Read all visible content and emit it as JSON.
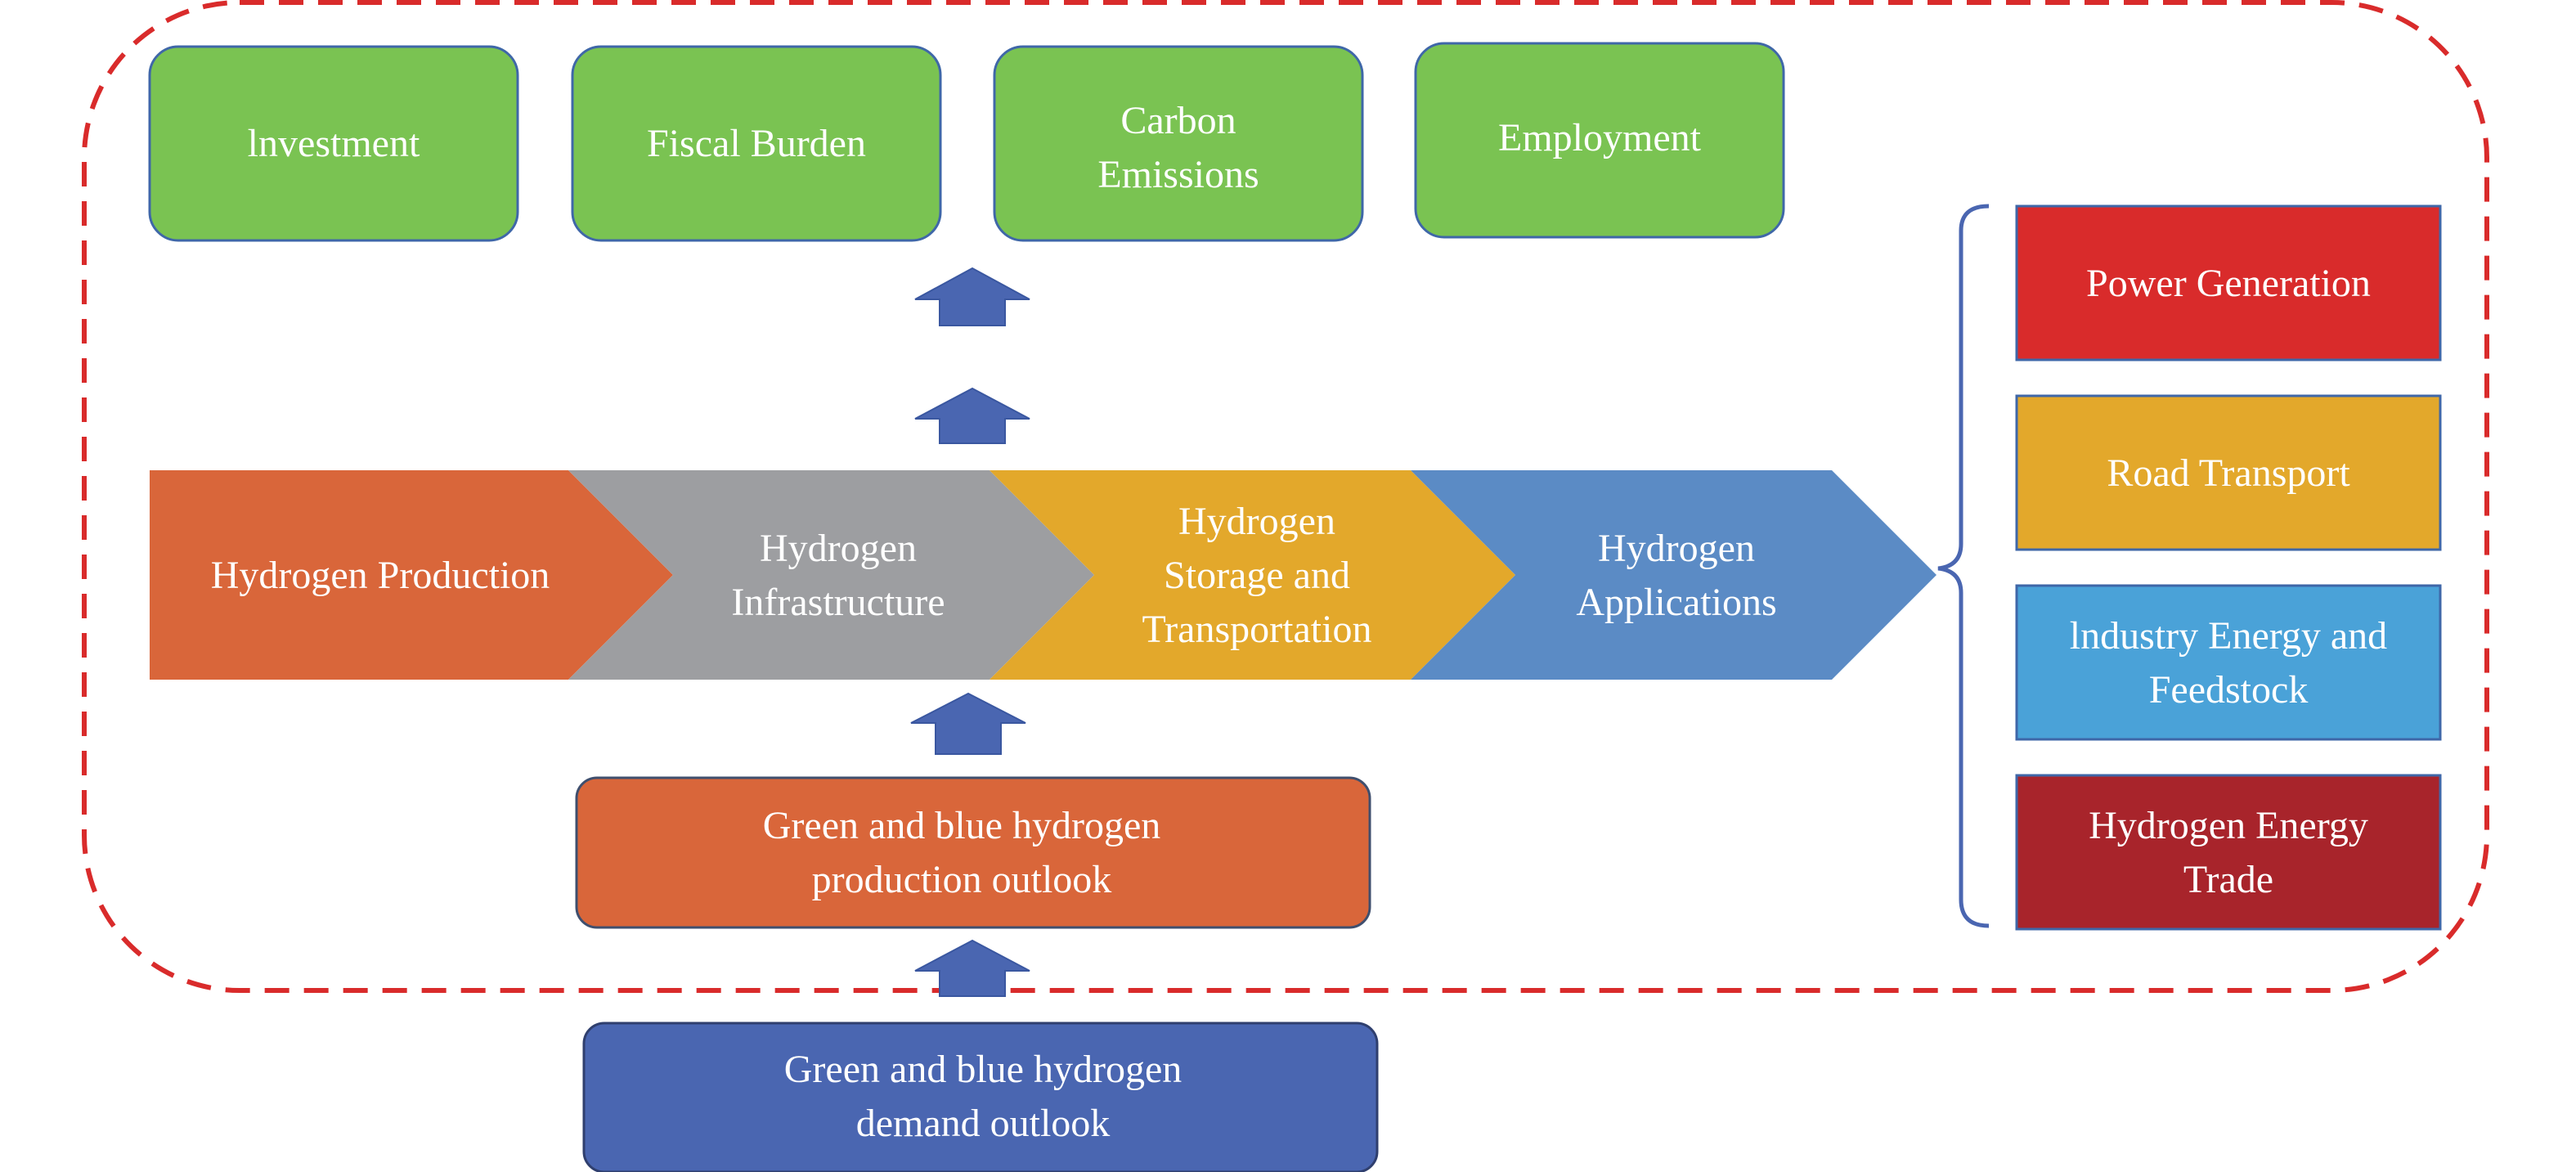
{
  "outcomes": [
    {
      "lines": [
        "lnvestment"
      ]
    },
    {
      "lines": [
        "Fiscal Burden"
      ]
    },
    {
      "lines": [
        "Carbon",
        "Emissions"
      ]
    },
    {
      "lines": [
        "Employment"
      ]
    }
  ],
  "chain": [
    {
      "lines": [
        "Hydrogen Production"
      ]
    },
    {
      "lines": [
        "Hydrogen",
        "Infrastructure"
      ]
    },
    {
      "lines": [
        "Hydrogen",
        "Storage and",
        "Transportation"
      ]
    },
    {
      "lines": [
        "Hydrogen",
        "Applications"
      ]
    }
  ],
  "applications": [
    {
      "lines": [
        "Power Generation"
      ]
    },
    {
      "lines": [
        "Road Transport"
      ]
    },
    {
      "lines": [
        "lndustry Energy and",
        "Feedstock"
      ]
    },
    {
      "lines": [
        "Hydrogen Energy",
        "Trade"
      ]
    }
  ],
  "production_outlook": {
    "lines": [
      "Green and blue hydrogen",
      "production outlook"
    ]
  },
  "demand_outlook": {
    "lines": [
      "Green and blue hydrogen",
      "demand outlook"
    ]
  },
  "colors": {
    "outcome_fill": "#7ac352",
    "outcome_stroke": "#3f67a8",
    "chain": [
      "#d9663a",
      "#9d9ea1",
      "#e3a82b",
      "#5b8bc5"
    ],
    "applications": [
      "#d92b2b",
      "#e3a82b",
      "#4aa2d8",
      "#a8242b"
    ],
    "production_outlook": "#d9663a",
    "demand_outlook": "#4a66b1",
    "arrow": "#4a66b1",
    "dashed_border": "#d92b2b",
    "brace": "#4a66b1",
    "box_stroke": "#3f67a8",
    "text": "#ffffff"
  }
}
